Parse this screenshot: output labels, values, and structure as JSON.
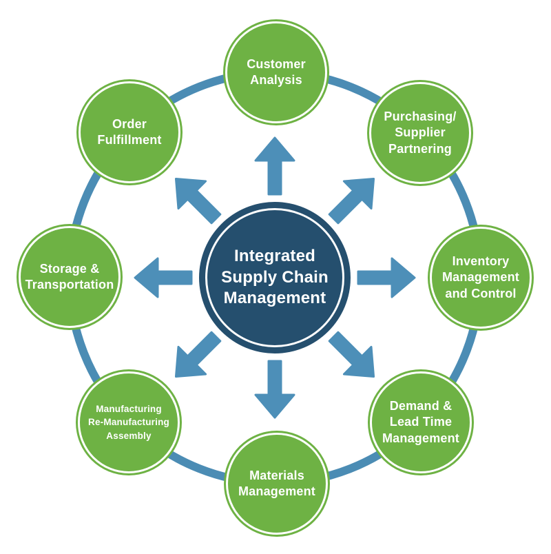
{
  "title": "Integrated Supply Chain Management diagram",
  "center": {
    "lines": [
      "Integrated",
      "Supply Chain",
      "Management"
    ]
  },
  "nodes": [
    {
      "id": "customer-analysis",
      "lines": [
        "Customer",
        "Analysis"
      ]
    },
    {
      "id": "purchasing-supplier-partnering",
      "lines": [
        "Purchasing/",
        "Supplier",
        "Partnering"
      ]
    },
    {
      "id": "inventory-management-and-control",
      "lines": [
        "Inventory",
        "Management",
        "and Control"
      ]
    },
    {
      "id": "demand-lead-time-management",
      "lines": [
        "Demand &",
        "Lead Time",
        "Management"
      ]
    },
    {
      "id": "materials-management",
      "lines": [
        "Materials",
        "Management"
      ]
    },
    {
      "id": "manufacturing-remanufacturing-assembly",
      "lines": [
        "Manufacturing",
        "Re-Manufacturing",
        "Assembly"
      ]
    },
    {
      "id": "storage-transportation",
      "lines": [
        "Storage &",
        "Transportation"
      ]
    },
    {
      "id": "order-fulfillment",
      "lines": [
        "Order",
        "Fulfillment"
      ]
    }
  ],
  "colors": {
    "node_green": "#6EB244",
    "ring_blue": "#4B8CB4",
    "arrow_blue": "#4D8FB8",
    "center_navy": "#254F6E",
    "text_white": "#ffffff",
    "background": "#ffffff"
  }
}
